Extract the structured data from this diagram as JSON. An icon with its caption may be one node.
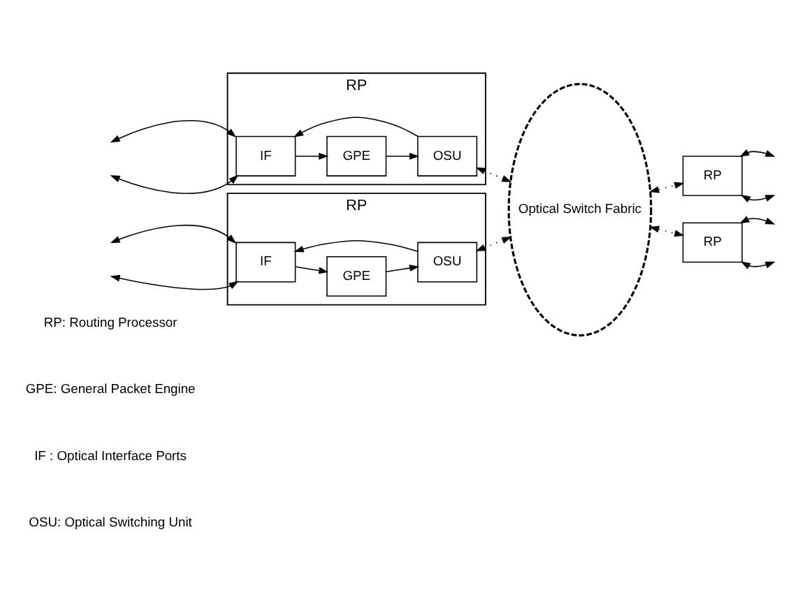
{
  "diagram": {
    "nodes": [
      {
        "text": [
          "RP"
        ]
      },
      {
        "text": [
          "IF"
        ],
        "in": 0
      },
      {
        "text": [
          "GPE"
        ],
        "in": 0
      },
      {
        "text": [
          "OSU"
        ],
        "in": 0
      },
      {
        "text": [
          "RP"
        ]
      },
      {
        "text": [
          "IF"
        ],
        "in": 4
      },
      {
        "text": [
          "GPE"
        ],
        "in": 4
      },
      {
        "text": [
          "OSU"
        ],
        "in": 4
      },
      {
        "text": [
          "Optical Switch Fabric"
        ]
      },
      {
        "text": [
          "RP"
        ]
      },
      {
        "text": [
          "RP"
        ]
      }
    ],
    "edges": [
      {
        "from": null,
        "to": 1,
        "arrow": "both"
      },
      {
        "from": null,
        "to": 1,
        "arrow": "both"
      },
      {
        "from": 1,
        "to": 2,
        "arrow": "to"
      },
      {
        "from": 2,
        "to": 3,
        "arrow": "to"
      },
      {
        "from": 3,
        "to": 1,
        "arrow": "to"
      },
      {
        "from": null,
        "to": 5,
        "arrow": "both"
      },
      {
        "from": null,
        "to": 5,
        "arrow": "both"
      },
      {
        "from": 5,
        "to": 6,
        "arrow": "to"
      },
      {
        "from": 6,
        "to": 7,
        "arrow": "to"
      },
      {
        "from": 7,
        "to": 5,
        "arrow": "to"
      },
      {
        "from": 3,
        "to": 8,
        "arrow": "both",
        "style": "dashed"
      },
      {
        "from": 7,
        "to": 8,
        "arrow": "both",
        "style": "dashed"
      },
      {
        "from": 8,
        "to": 9,
        "arrow": "both",
        "style": "dashed"
      },
      {
        "from": 8,
        "to": 10,
        "arrow": "both",
        "style": "dashed"
      },
      {
        "from": 9,
        "to": null,
        "arrow": "both"
      },
      {
        "from": 9,
        "to": null,
        "arrow": "both"
      },
      {
        "from": 10,
        "to": null,
        "arrow": "both"
      },
      {
        "from": 10,
        "to": null,
        "arrow": "both"
      }
    ],
    "labels": [
      "RP: Routing Processor",
      "GPE: General Packet Engine",
      "IF : Optical Interface Ports",
      "OSU: Optical Switching Unit"
    ]
  }
}
